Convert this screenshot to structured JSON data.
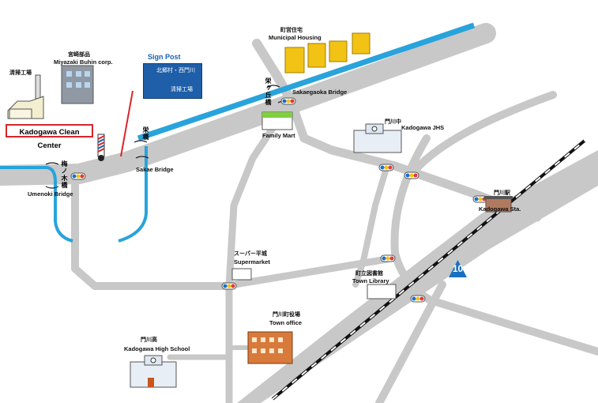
{
  "map": {
    "sign_post": {
      "label": "Sign Post",
      "line1": "北郷村・西門川",
      "line2": "清掃工場"
    },
    "kadogawa_clean_center": {
      "jp": "清掃工場",
      "en": "Kadogawa Clean Center"
    },
    "miyazaki_buhin": {
      "jp": "宮崎部品",
      "en": "Miyazaki Buhin corp."
    },
    "municipal_housing": {
      "jp": "町営住宅",
      "en": "Municipal Housing"
    },
    "sakaegaoka_bridge": {
      "jp": "栄ヶ丘橋",
      "en": "Sakaegaoka Bridge"
    },
    "family_mart": {
      "en": "Family Mart"
    },
    "sakae_bridge": {
      "jp": "栄橋",
      "en": "Sakae Bridge"
    },
    "umenoki_bridge": {
      "jp": "梅ノ木橋",
      "en": "Umenoki Bridge"
    },
    "kadogawa_jhs": {
      "jp": "門川中",
      "en": "Kadogawa  JHS"
    },
    "kadogawa_station": {
      "jp": "門川駅",
      "en": "Kadogawa  Sta."
    },
    "supermarket": {
      "jp": "スーパー平城",
      "en": "Supermarket"
    },
    "town_library": {
      "jp": "町立図書館",
      "en": "Town Library"
    },
    "route_number": "10",
    "town_office": {
      "jp": "門川町役場",
      "en": "Town office"
    },
    "high_school": {
      "jp": "門川高",
      "en": "Kadogawa High School"
    },
    "colors": {
      "road": "#c8c8c8",
      "river": "#29a3db",
      "sign": "#1f5ea8",
      "route_shield": "#1b6fc0",
      "highlight_box": "#d9242b",
      "housing": "#f2c314",
      "town_office": "#d87a3c"
    }
  }
}
